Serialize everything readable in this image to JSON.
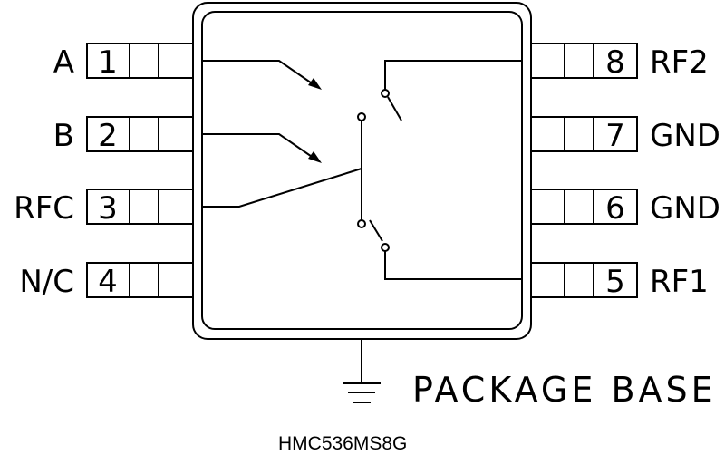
{
  "diagram": {
    "part_number": "HMC536MS8G",
    "ground_label": "PACKAGE BASE",
    "pins_left": [
      {
        "number": "1",
        "name": "A"
      },
      {
        "number": "2",
        "name": "B"
      },
      {
        "number": "3",
        "name": "RFC"
      },
      {
        "number": "4",
        "name": "N/C"
      }
    ],
    "pins_right": [
      {
        "number": "8",
        "name": "RF2"
      },
      {
        "number": "7",
        "name": "GND"
      },
      {
        "number": "6",
        "name": "GND"
      },
      {
        "number": "5",
        "name": "RF1"
      }
    ],
    "colors": {
      "line": "#000000",
      "background": "#ffffff"
    }
  }
}
